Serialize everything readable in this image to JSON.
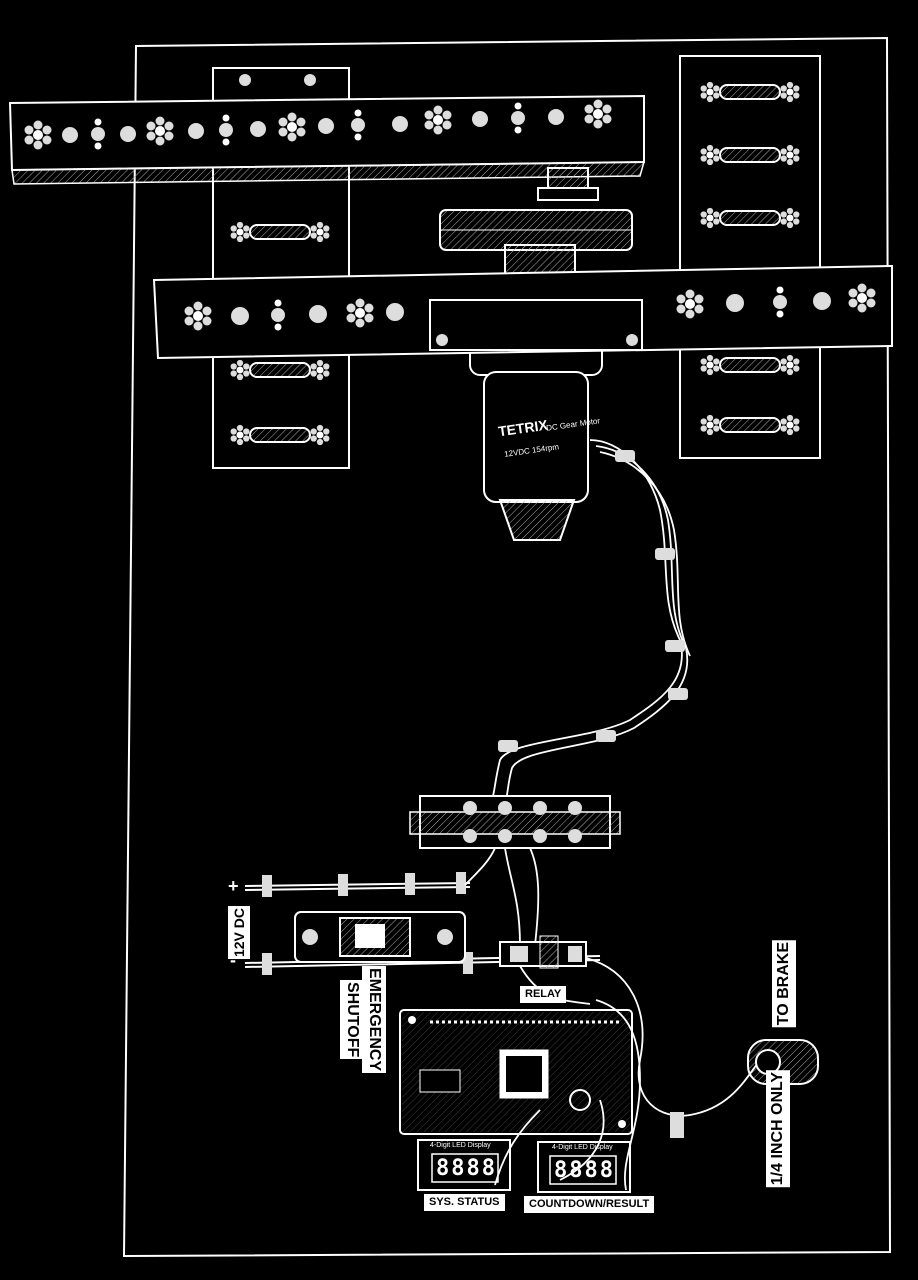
{
  "labels": {
    "power": "12V DC",
    "plus": "+",
    "minus": "-",
    "emergency": "EMERGENCY",
    "shutoff": "SHUTOFF",
    "relay": "RELAY",
    "to_brake": "TO BRAKE",
    "quarter_inch": "1/4 INCH ONLY",
    "sys_status": "SYS. STATUS",
    "countdown": "COUNTDOWN/RESULT"
  },
  "motor": {
    "brand": "TETRIX",
    "type": "DC Gear Motor",
    "spec": "12VDC 154rpm"
  },
  "displays": {
    "left_digits": "8888",
    "right_digits": "8888",
    "left_caption": "4-Digit LED Display",
    "right_caption": "4-Digit LED Display"
  }
}
